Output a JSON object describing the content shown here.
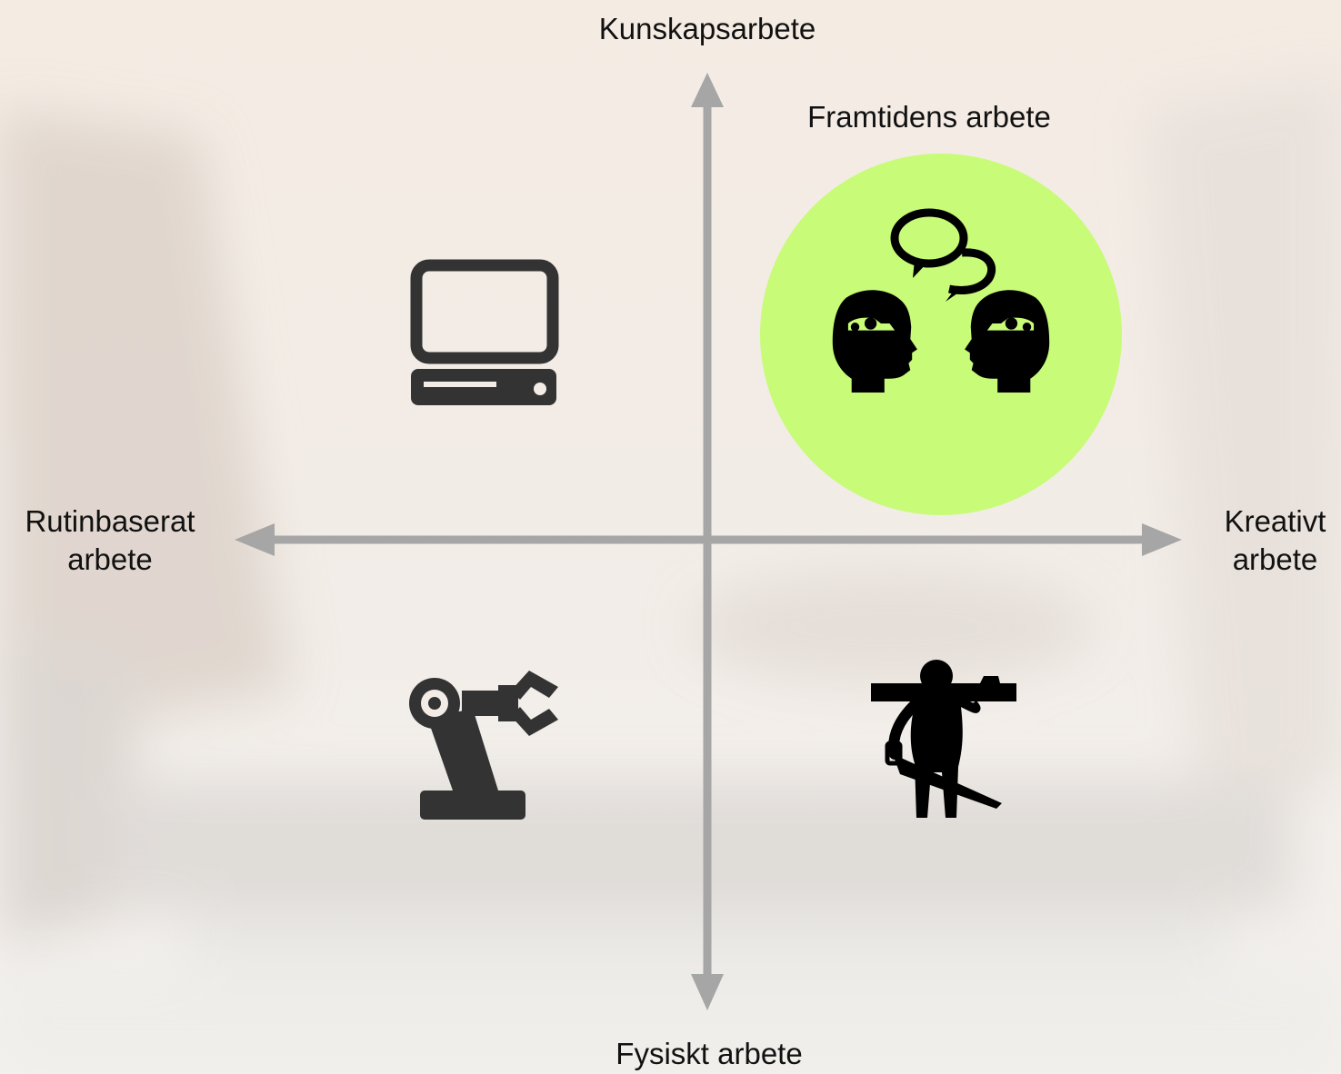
{
  "axes": {
    "top": "Kunskapsarbete",
    "bottom": "Fysiskt arbete",
    "left_line1": "Rutinbaserat",
    "left_line2": "arbete",
    "right_line1": "Kreativt",
    "right_line2": "arbete"
  },
  "highlight": {
    "label": "Framtidens arbete",
    "color": "#c8fb78"
  },
  "colors": {
    "axis": "#a6a6a6",
    "icon": "#333333",
    "icon_black": "#000000"
  },
  "quadrants": {
    "top_left_icon": "computer-icon",
    "top_right_icon": "two-heads-conversation-icon",
    "bottom_left_icon": "robot-arm-icon",
    "bottom_right_icon": "carpenter-icon"
  }
}
